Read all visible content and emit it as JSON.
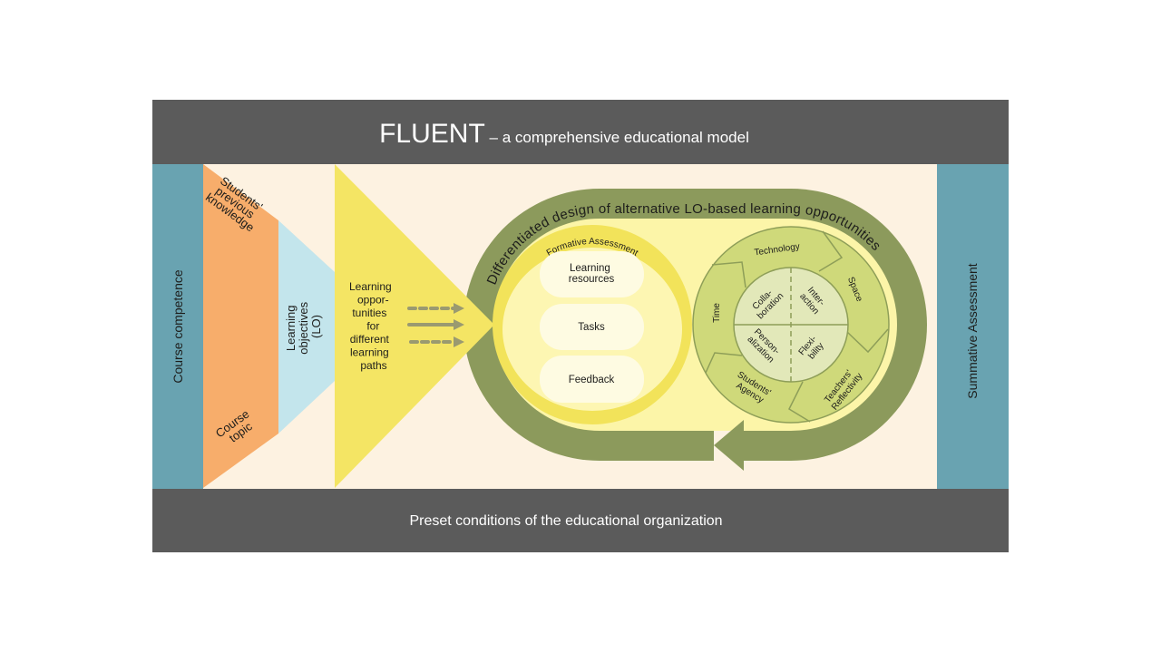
{
  "header": {
    "title_main": "FLUENT",
    "title_rest": " – a comprehensive educational model"
  },
  "footer": {
    "text": "Preset conditions of the educational organization"
  },
  "left_bar": {
    "label": "Course competence"
  },
  "right_bar": {
    "label": "Summative Assessment"
  },
  "orange_shape": {
    "top_label": [
      "Students'",
      "previous",
      "knowledge"
    ],
    "bottom_label": [
      "Course",
      "topic"
    ]
  },
  "blue_shape": {
    "label": [
      "Learning",
      "objectives",
      "(LO)"
    ]
  },
  "yellow_triangle": {
    "label": [
      "Learning",
      "oppor-",
      "tunities",
      "for",
      "different",
      "learning",
      "paths"
    ]
  },
  "loop": {
    "title": "Differentiated design of alternative LO-based learning opportunities"
  },
  "formative": {
    "title": "Formative Assessment",
    "items": [
      {
        "lines": [
          "Learning",
          "resources"
        ]
      },
      {
        "lines": [
          "Tasks"
        ]
      },
      {
        "lines": [
          "Feedback"
        ]
      }
    ]
  },
  "context_wheel": {
    "outer": [
      {
        "lines": [
          "Technology"
        ]
      },
      {
        "lines": [
          "Space"
        ]
      },
      {
        "lines": [
          "Teachers'",
          "Reflectivity"
        ]
      },
      {
        "lines": [
          "Students'",
          "Agency"
        ]
      },
      {
        "lines": [
          "Time"
        ]
      }
    ],
    "inner": [
      {
        "lines": [
          "Colla-",
          "boration"
        ]
      },
      {
        "lines": [
          "Inter-",
          "action"
        ]
      },
      {
        "lines": [
          "Person-",
          "alization"
        ]
      },
      {
        "lines": [
          "Flexi-",
          "bility"
        ]
      }
    ]
  },
  "colors": {
    "band_gray": "#5b5b5b",
    "teal": "#69a3b1",
    "cream": "#fdf2e1",
    "orange": "#f7ad6b",
    "light_blue": "#c3e5ec",
    "yellow": "#f4e564",
    "olive": "#8c9a5c",
    "pale_yellow": "#fcf5a8",
    "ring_yellow": "#f2e35a",
    "pill": "#fefbe2",
    "wheel_green": "#cfd97a",
    "wheel_inner": "#e2e8b9",
    "arrow_gray": "#9a9a70"
  }
}
